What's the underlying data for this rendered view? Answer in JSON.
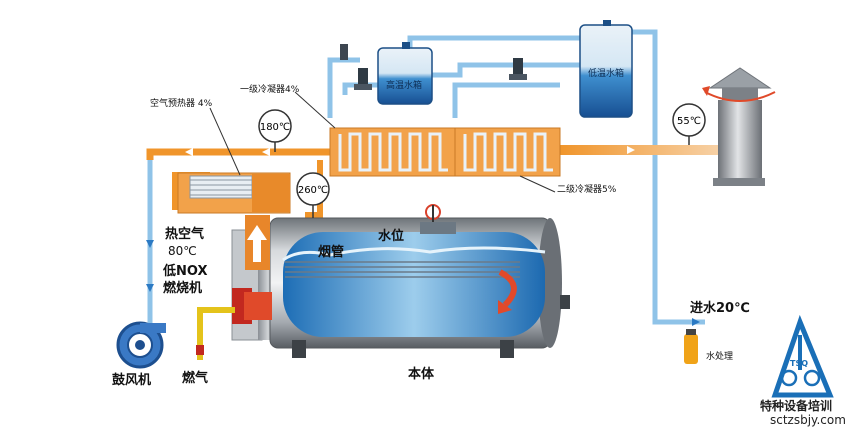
{
  "labels": {
    "air_preheater": "空气预热器 4%",
    "condenser1": "一级冷凝器4%",
    "condenser2": "二级冷凝器5%",
    "high_tank": "高温水箱",
    "low_tank": "低温水箱",
    "hot_air": "热空气",
    "hot_air_temp": "80℃",
    "burner_line1": "低NOX",
    "burner_line2": "燃烧机",
    "water_level": "水位",
    "flue_tube": "烟管",
    "body": "本体",
    "blower": "鼓风机",
    "fuel_gas": "燃气",
    "inlet_water": "进水20℃",
    "water_treatment": "水处理",
    "watermark_site": "sctzsbjy.com",
    "watermark_name": "特种设备培训"
  },
  "gauges": {
    "g180": "180℃",
    "g260": "260℃",
    "g55": "55℃"
  },
  "logo": {
    "letters": "TSQ"
  },
  "colors": {
    "flue": "#f0952b",
    "flue_light": "#f6c992",
    "water_pipe": "#8fc3e8",
    "water_deep": "#1f6fb8",
    "steel": "#a9adb3",
    "fire": "#d9412b"
  }
}
